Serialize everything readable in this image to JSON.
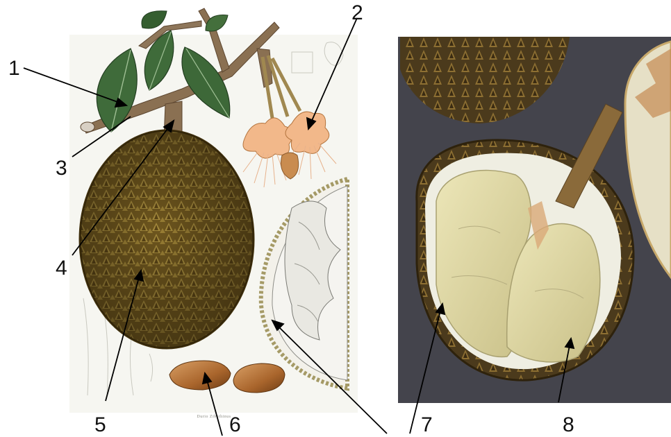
{
  "labels": {
    "n1": "1",
    "n2": "2",
    "n3": "3",
    "n4": "4",
    "n5": "5",
    "n6": "6",
    "n7": "7",
    "n8": "8"
  },
  "plate_caption": "Durio Zibethinus",
  "colors": {
    "leaf": "#3f6b3a",
    "leaf_dark": "#2a4a28",
    "branch": "#8a7052",
    "fruit_husk": "#7a6022",
    "spike": "#a08436",
    "flower": "#f2b88a",
    "seed": "#b8743c",
    "flesh": "#ddd6a0",
    "photo_bg": "#4a4a52"
  }
}
